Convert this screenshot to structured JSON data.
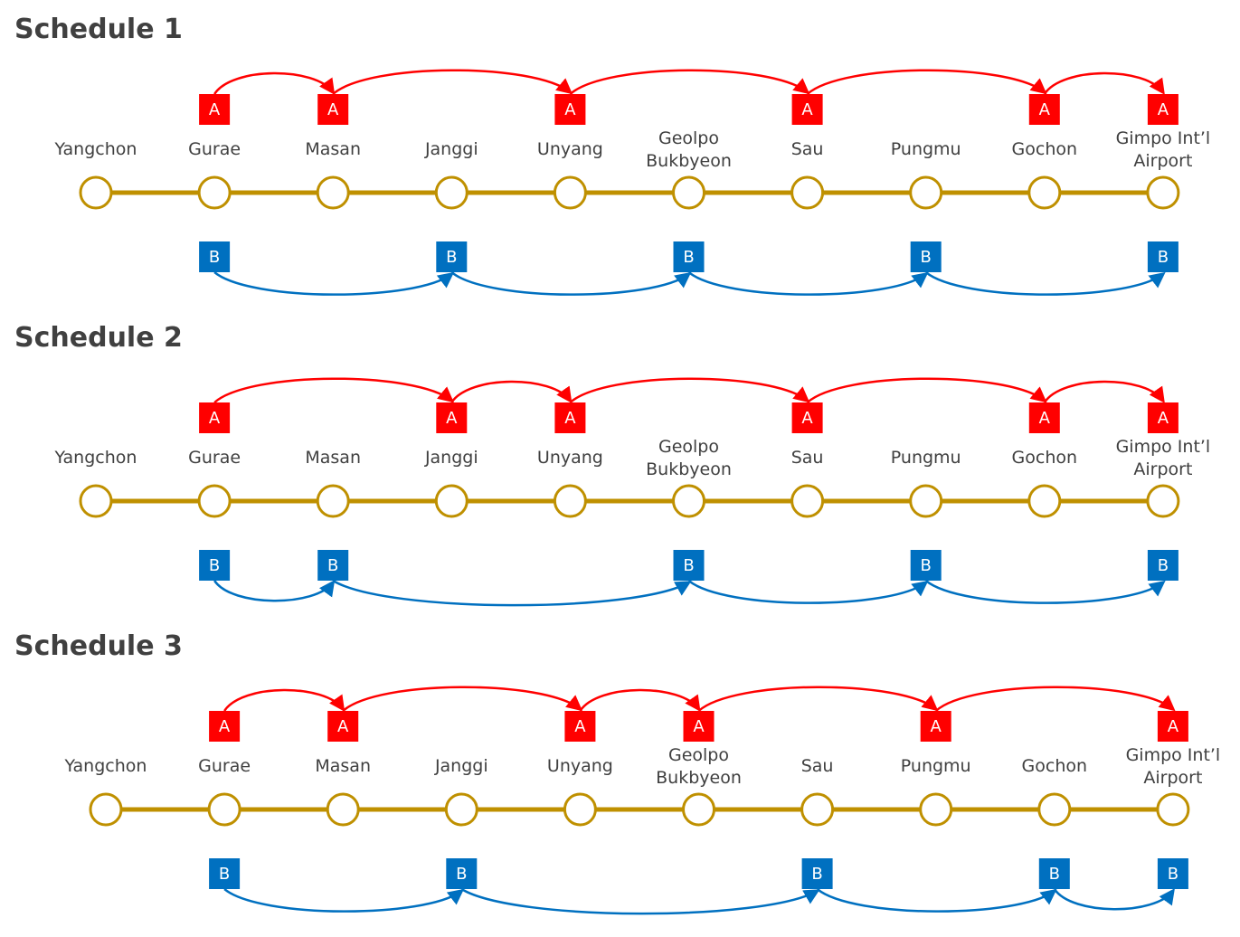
{
  "colors": {
    "line": "#bf9000",
    "station_fill": "#ffffff",
    "a_train": "#ff0000",
    "b_train": "#0070c0",
    "text": "#404040"
  },
  "stations": [
    [
      "Yangchon"
    ],
    [
      "Gurae"
    ],
    [
      "Masan"
    ],
    [
      "Janggi"
    ],
    [
      "Unyang"
    ],
    [
      "Geolpo",
      "Bukbyeon"
    ],
    [
      "Sau"
    ],
    [
      "Pungmu"
    ],
    [
      "Gochon"
    ],
    [
      "Gimpo Int’l",
      "Airport"
    ]
  ],
  "labels": {
    "a": "A",
    "b": "B"
  },
  "schedules": [
    {
      "title": "Schedule 1",
      "a_stops": [
        1,
        2,
        4,
        6,
        8,
        9
      ],
      "b_stops": [
        1,
        3,
        5,
        7,
        9
      ]
    },
    {
      "title": "Schedule 2",
      "a_stops": [
        1,
        3,
        4,
        6,
        8,
        9
      ],
      "b_stops": [
        1,
        2,
        5,
        7,
        9
      ]
    },
    {
      "title": "Schedule 3",
      "a_stops": [
        1,
        2,
        4,
        5,
        7,
        9
      ],
      "b_stops": [
        1,
        3,
        6,
        8,
        9
      ]
    }
  ]
}
